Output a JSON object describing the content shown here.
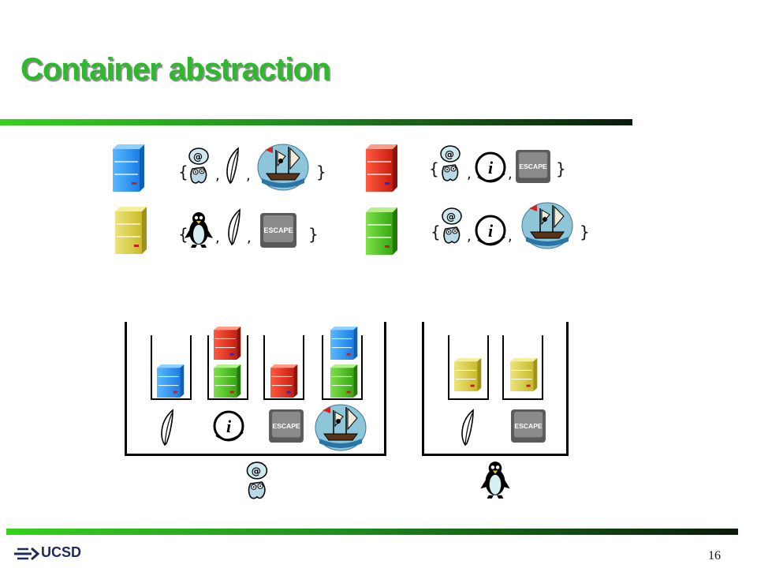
{
  "slide": {
    "title": "Container abstraction",
    "page_number": "16",
    "logo_text": "UCSD",
    "escape_label": "ESCAPE",
    "open_brace": "{",
    "close_brace": "}",
    "comma": ","
  },
  "colors": {
    "blue": "#1e90ff",
    "red": "#e02a1a",
    "yellow": "#d8cc3a",
    "green": "#4cc41c",
    "title_green": "#2db82d"
  },
  "sets": [
    {
      "server": "blue",
      "items": [
        "user-icon",
        "feather-icon",
        "ship-icon"
      ]
    },
    {
      "server": "yellow",
      "items": [
        "penguin-icon",
        "feather-icon",
        "escape-key-icon"
      ]
    },
    {
      "server": "red",
      "items": [
        "user-icon",
        "info-icon",
        "escape-key-icon"
      ]
    },
    {
      "server": "green",
      "items": [
        "user-icon",
        "info-icon",
        "ship-icon"
      ]
    }
  ],
  "containers": [
    {
      "owner": "user-icon",
      "slots": [
        {
          "servers": [
            "blue"
          ],
          "app": "feather-icon"
        },
        {
          "servers": [
            "red",
            "green"
          ],
          "app": "info-icon"
        },
        {
          "servers": [
            "red"
          ],
          "app": "escape-key-icon"
        },
        {
          "servers": [
            "blue",
            "green"
          ],
          "app": "ship-icon"
        }
      ]
    },
    {
      "owner": "penguin-icon",
      "slots": [
        {
          "servers": [
            "yellow"
          ],
          "app": "feather-icon"
        },
        {
          "servers": [
            "yellow"
          ],
          "app": "escape-key-icon"
        }
      ]
    }
  ]
}
